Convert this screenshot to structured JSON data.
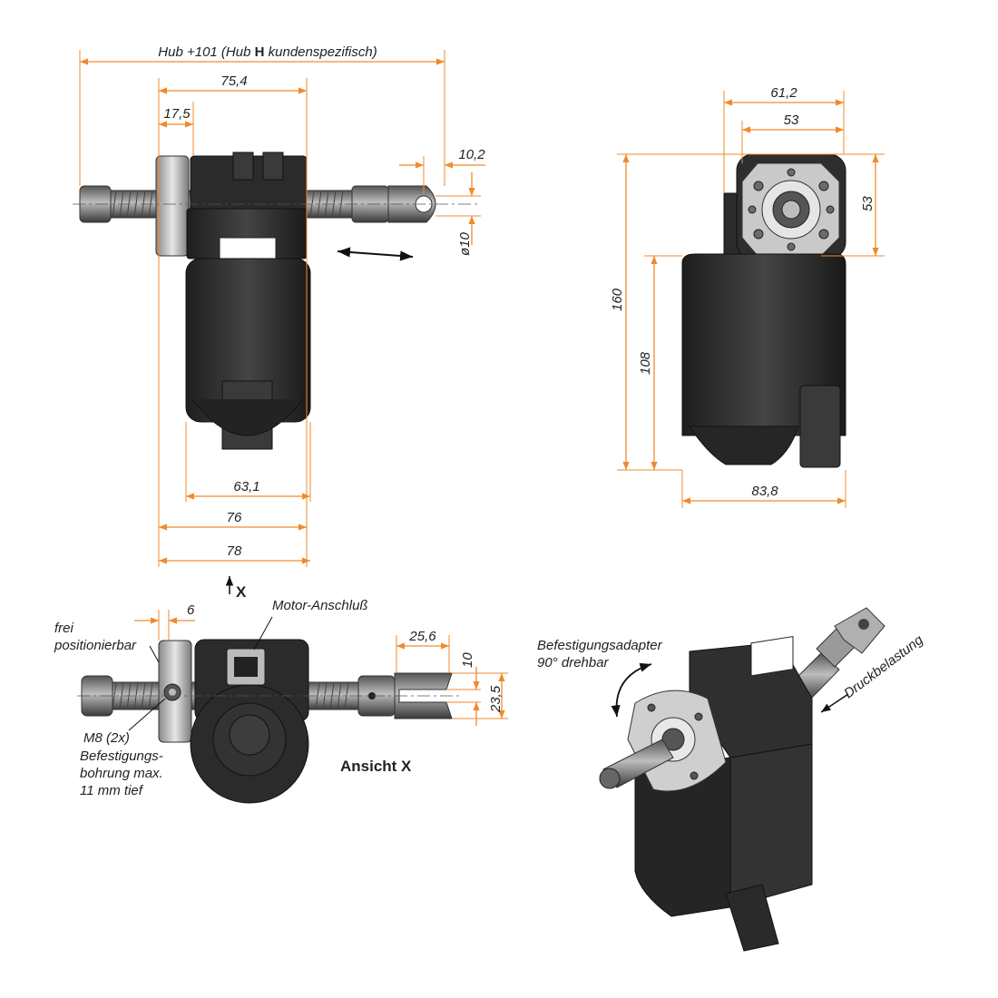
{
  "front_view": {
    "dim_stroke": "Hub +101 (Hub H kundenspezifisch)",
    "dim_stroke_parts": [
      "Hub +101 (Hub ",
      "H",
      " kundenspezifisch)"
    ],
    "dim_75_4": "75,4",
    "dim_17_5": "17,5",
    "dim_10_2": "10,2",
    "dim_d10": "ø10",
    "dim_63_1": "63,1",
    "dim_76": "76",
    "dim_78": "78",
    "view_arrow_label": "X"
  },
  "side_view": {
    "dim_61_2": "61,2",
    "dim_53_top": "53",
    "dim_53_right": "53",
    "dim_160": "160",
    "dim_108": "108",
    "dim_83_8": "83,8"
  },
  "view_x": {
    "label_free_line1": "frei",
    "label_free_line2": "positionierbar",
    "dim_6": "6",
    "label_motor": "Motor-Anschluß",
    "dim_25_6": "25,6",
    "dim_10": "10",
    "dim_23_5": "23,5",
    "label_m8": "M8 (2x)",
    "label_bore_line1": "Befestigungs-",
    "label_bore_line2": "bohrung max.",
    "label_bore_line3": "11 mm tief",
    "view_title": "Ansicht X"
  },
  "iso_view": {
    "label_adapter_line1": "Befestigungsadapter",
    "label_adapter_line2": "90° drehbar",
    "label_load": "Druckbelastung"
  },
  "colors": {
    "dimension_lines": "#f08a2c",
    "body": "#2b2b2b",
    "steel": "#8a8a8a"
  }
}
